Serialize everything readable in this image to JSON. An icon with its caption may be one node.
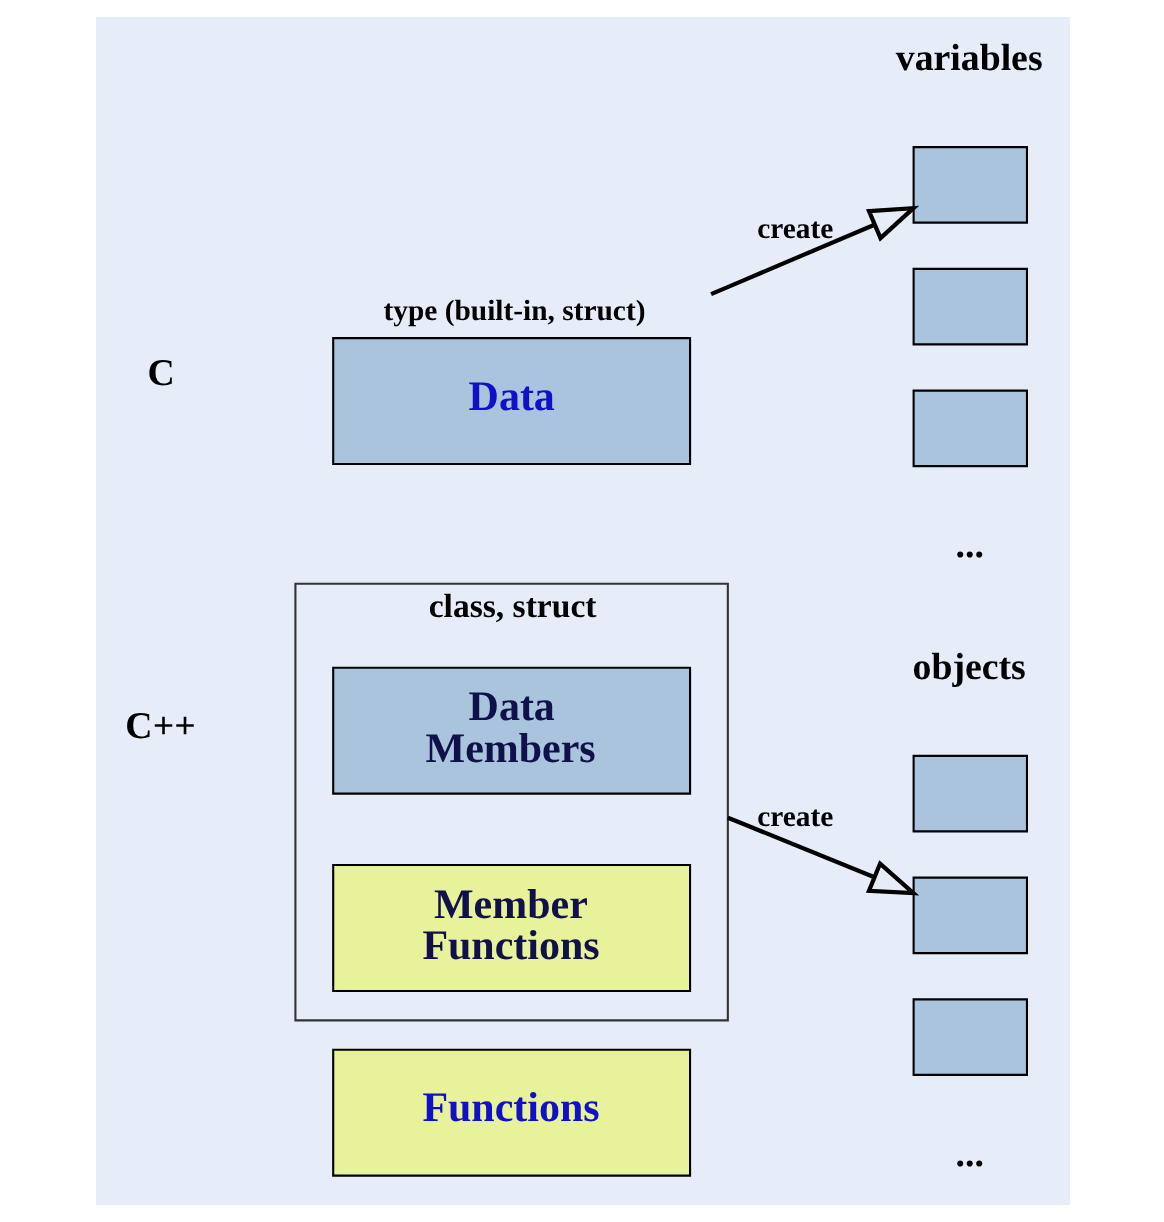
{
  "diagram": {
    "nodes": [
      {
        "text": [
          "type (built-in, struct)",
          "Data"
        ]
      },
      {
        "text": [
          "Functions"
        ]
      },
      {
        "text": [],
        "shape": "box"
      },
      {
        "text": [],
        "shape": "box"
      },
      {
        "text": [],
        "shape": "box"
      },
      {
        "text": [
          "class, struct"
        ]
      },
      {
        "text": [
          "Data Members"
        ],
        "in": 5
      },
      {
        "text": [
          "Member Functions"
        ],
        "in": 5
      },
      {
        "text": [],
        "shape": "box"
      },
      {
        "text": [],
        "shape": "box"
      },
      {
        "text": [],
        "shape": "box"
      }
    ],
    "edges": [
      {
        "from": 0,
        "to": 2,
        "arrow": "to",
        "label": "create"
      },
      {
        "from": 5,
        "to": 9,
        "arrow": "to",
        "label": "create"
      }
    ],
    "labels": [
      "C",
      "variables",
      "...",
      "C++",
      "objects",
      "..."
    ]
  }
}
